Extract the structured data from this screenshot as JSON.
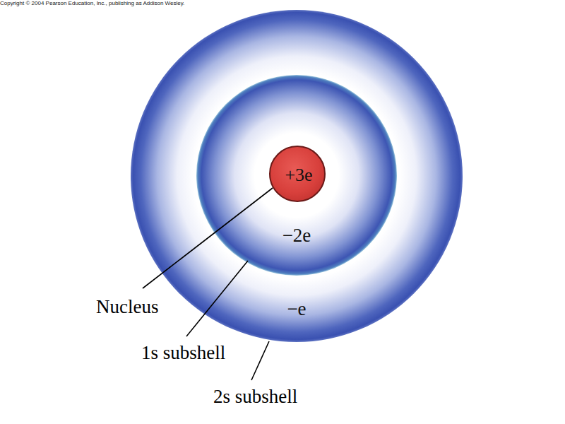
{
  "diagram": {
    "nodes": [
      {
        "text": [
          "−e"
        ]
      },
      {
        "text": [
          "−2e"
        ],
        "in": 0
      },
      {
        "text": [
          "+3e"
        ],
        "in": 1
      }
    ],
    "labels": [
      "Nucleus",
      "1s subshell",
      "2s subshell",
      "Copyright © 2004 Pearson Education, Inc., publishing as Addison Wesley."
    ]
  }
}
